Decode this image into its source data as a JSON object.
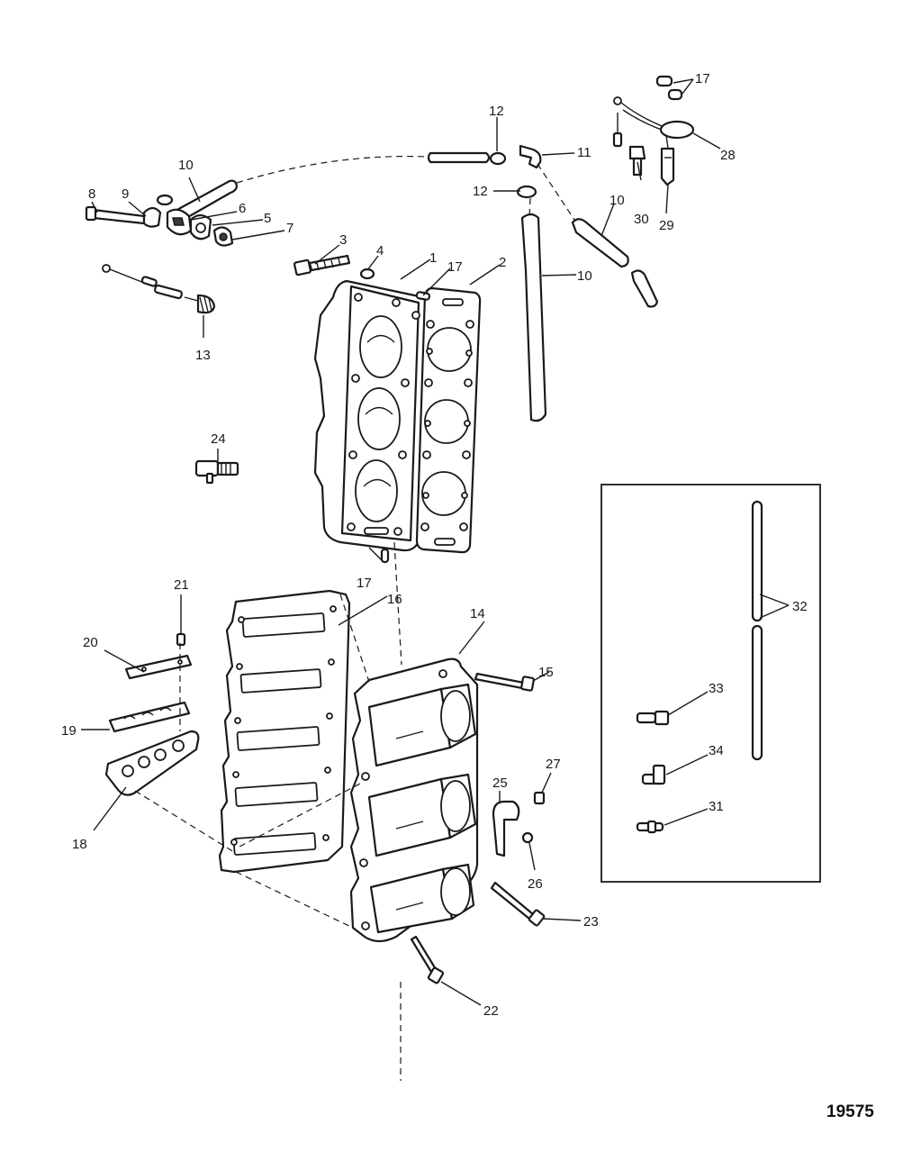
{
  "figure_id": "19575",
  "callouts": {
    "c1": "1",
    "c2": "2",
    "c3": "3",
    "c4": "4",
    "c5": "5",
    "c6": "6",
    "c7": "7",
    "c8": "8",
    "c9": "9",
    "c10a": "10",
    "c10b": "10",
    "c10c": "10",
    "c11": "11",
    "c12a": "12",
    "c12b": "12",
    "c13": "13",
    "c14": "14",
    "c15": "15",
    "c16": "16",
    "c17a": "17",
    "c17b": "17",
    "c17c": "17",
    "c18": "18",
    "c19": "19",
    "c20": "20",
    "c21": "21",
    "c22": "22",
    "c23": "23",
    "c24": "24",
    "c25": "25",
    "c26": "26",
    "c27": "27",
    "c28": "28",
    "c29": "29",
    "c30": "30",
    "c31": "31",
    "c32": "32",
    "c33": "33",
    "c34": "34"
  }
}
